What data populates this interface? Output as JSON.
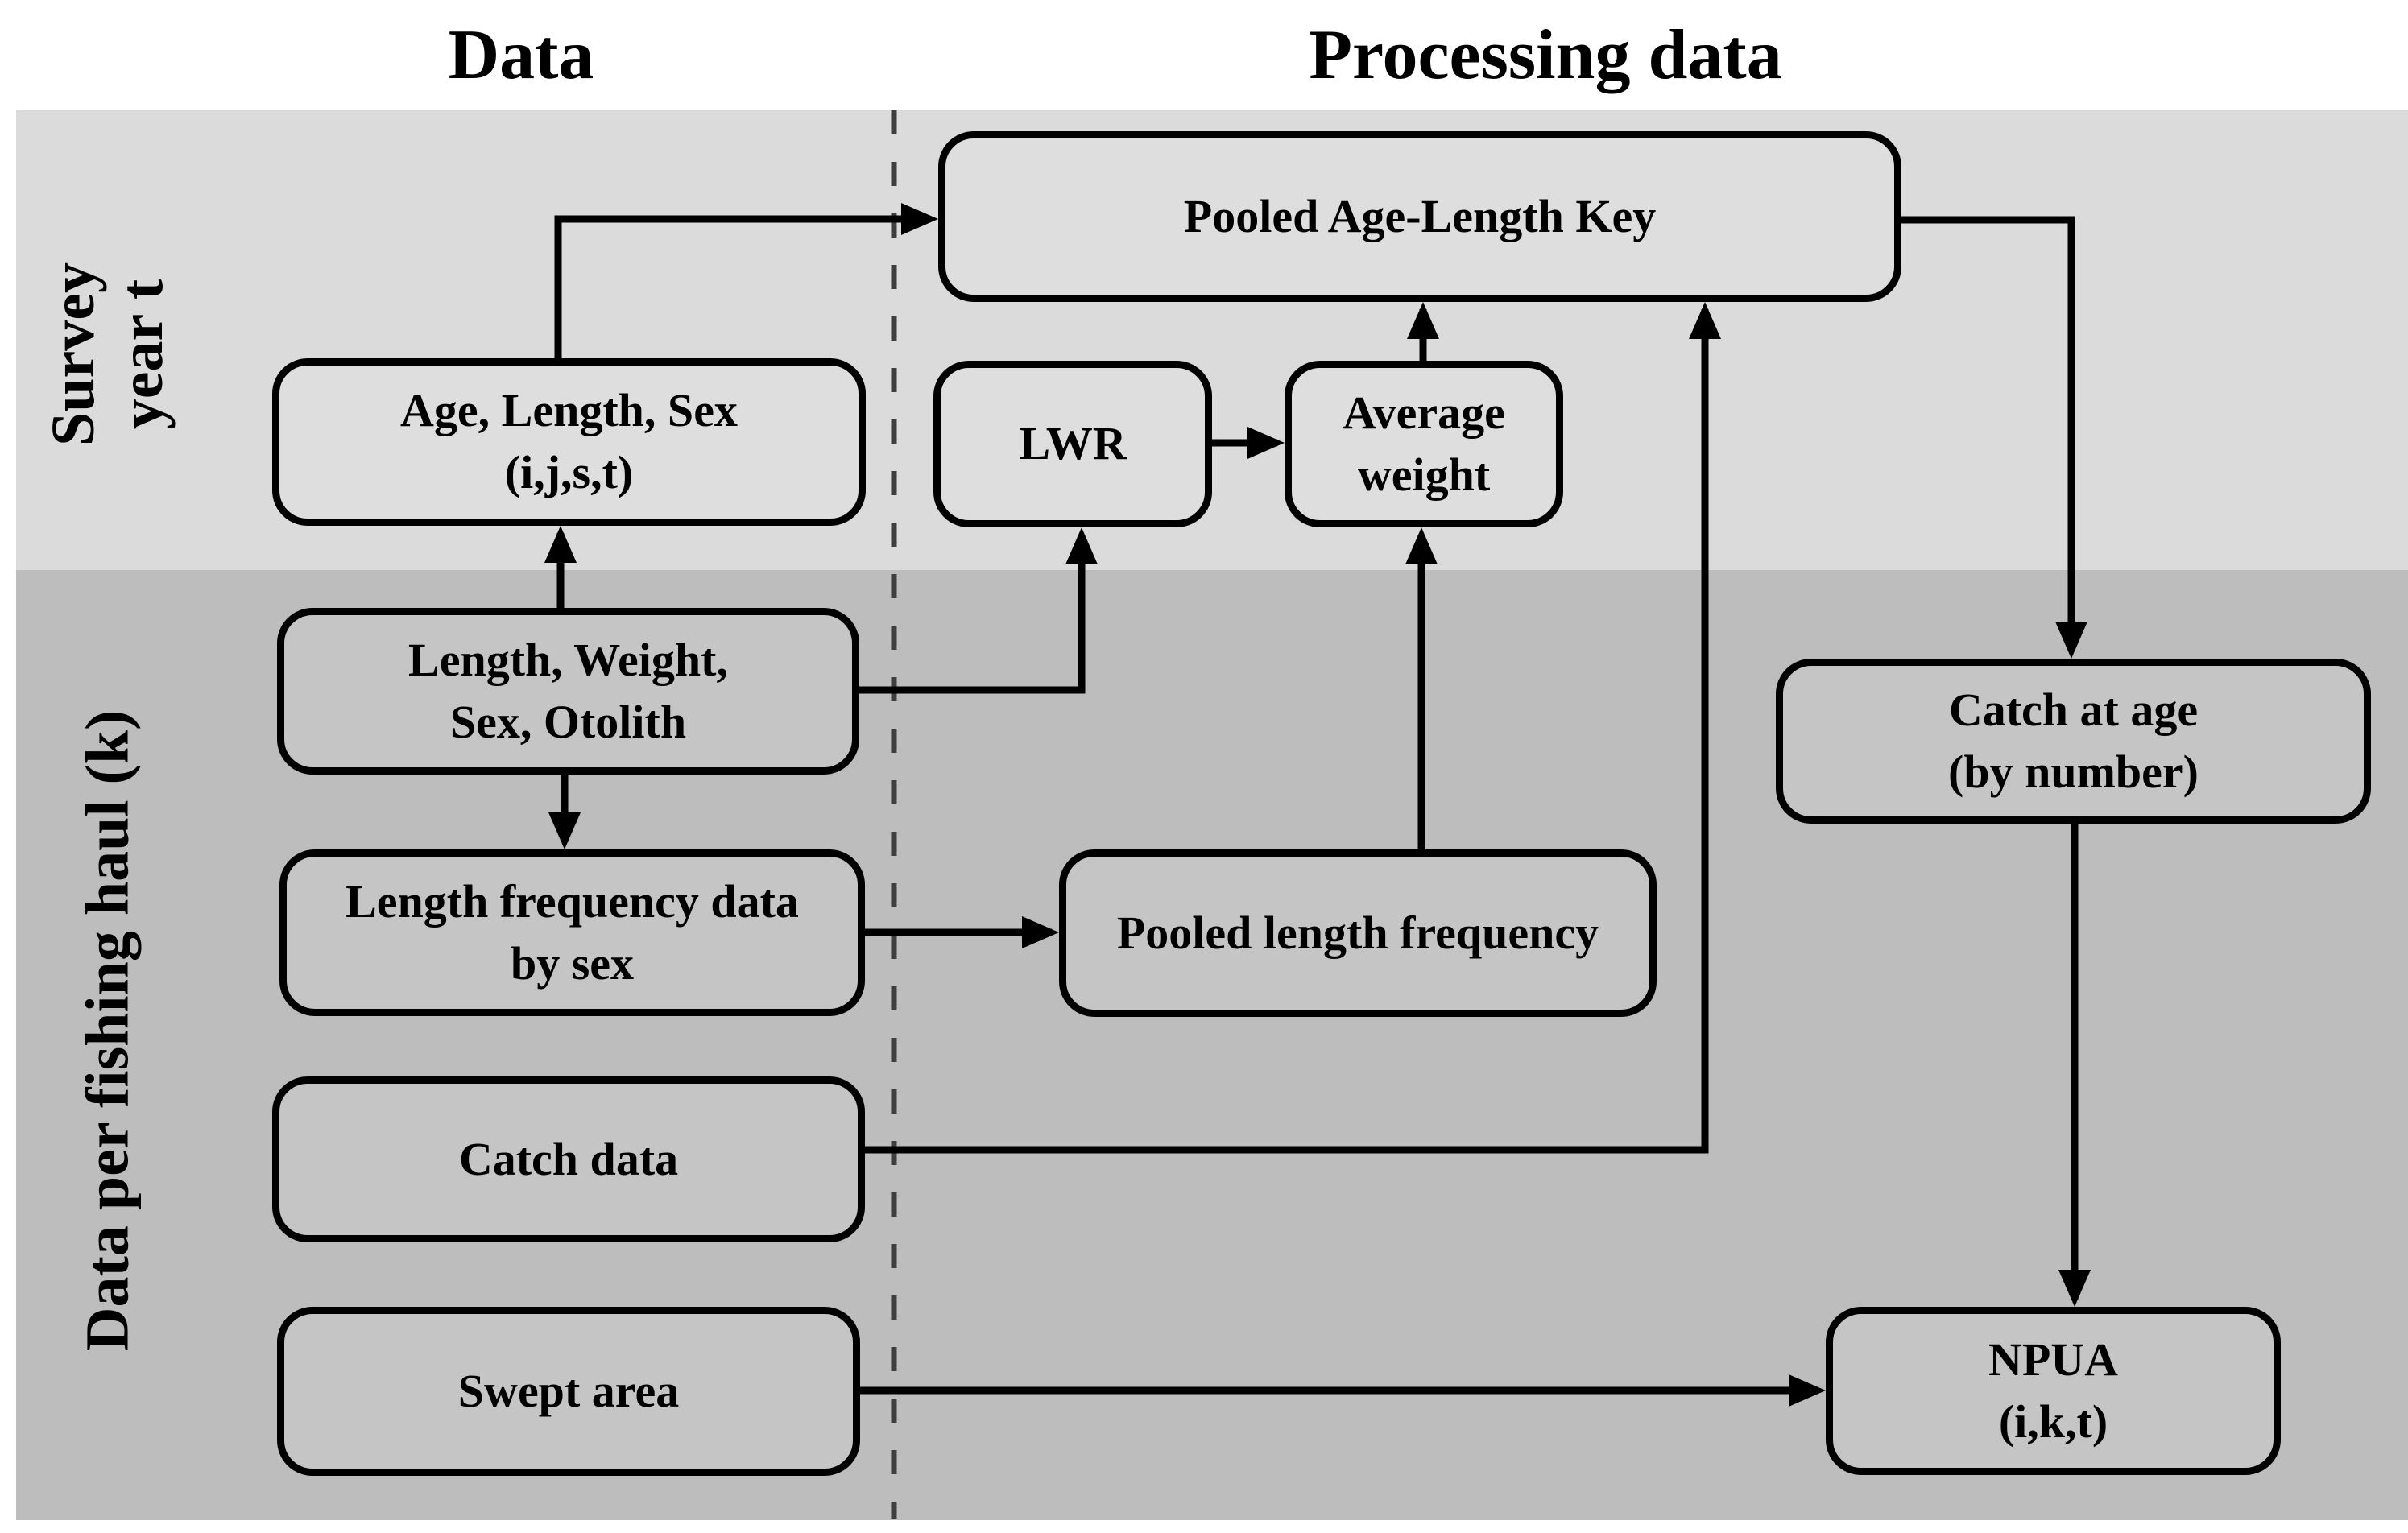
{
  "headers": {
    "left": "Data",
    "right": "Processing data"
  },
  "side_labels": {
    "survey": "Survey\nyear t",
    "haul": "Data per fishing haul (k)"
  },
  "nodes": {
    "pooled_alk": {
      "label": "Pooled Age-Length Key"
    },
    "age_length_sex": {
      "label": "Age, Length, Sex\n(i,j,s,t)"
    },
    "lwr": {
      "label": "LWR"
    },
    "average_weight": {
      "label": "Average\nweight"
    },
    "length_weight_sex_otolith": {
      "label": "Length, Weight,\nSex, Otolith"
    },
    "length_freq_by_sex": {
      "label": "Length frequency data\nby sex"
    },
    "pooled_length_freq": {
      "label": "Pooled length frequency"
    },
    "catch_at_age": {
      "label": "Catch at age\n(by number)"
    },
    "catch_data": {
      "label": "Catch data"
    },
    "swept_area": {
      "label": "Swept area"
    },
    "npua": {
      "label": "NPUA\n(i,k,t)"
    }
  },
  "edges": [
    {
      "from": "age_length_sex",
      "to": "pooled_alk"
    },
    {
      "from": "length_weight_sex_otolith",
      "to": "age_length_sex"
    },
    {
      "from": "length_weight_sex_otolith",
      "to": "length_freq_by_sex"
    },
    {
      "from": "length_weight_sex_otolith",
      "to": "lwr"
    },
    {
      "from": "lwr",
      "to": "average_weight"
    },
    {
      "from": "pooled_length_freq",
      "to": "average_weight"
    },
    {
      "from": "average_weight",
      "to": "pooled_alk"
    },
    {
      "from": "length_freq_by_sex",
      "to": "pooled_length_freq"
    },
    {
      "from": "catch_data",
      "to": "pooled_alk"
    },
    {
      "from": "pooled_alk",
      "to": "catch_at_age"
    },
    {
      "from": "catch_at_age",
      "to": "npua"
    },
    {
      "from": "swept_area",
      "to": "npua"
    }
  ],
  "colors": {
    "background": "#ffffff",
    "survey_band": "#dbdbdb",
    "haul_band": "#bdbdbd",
    "node_fill_survey": "#dedede",
    "node_fill_haul": "#c5c5c5",
    "stroke": "#000000",
    "column_divider": "#3f3f3f"
  }
}
